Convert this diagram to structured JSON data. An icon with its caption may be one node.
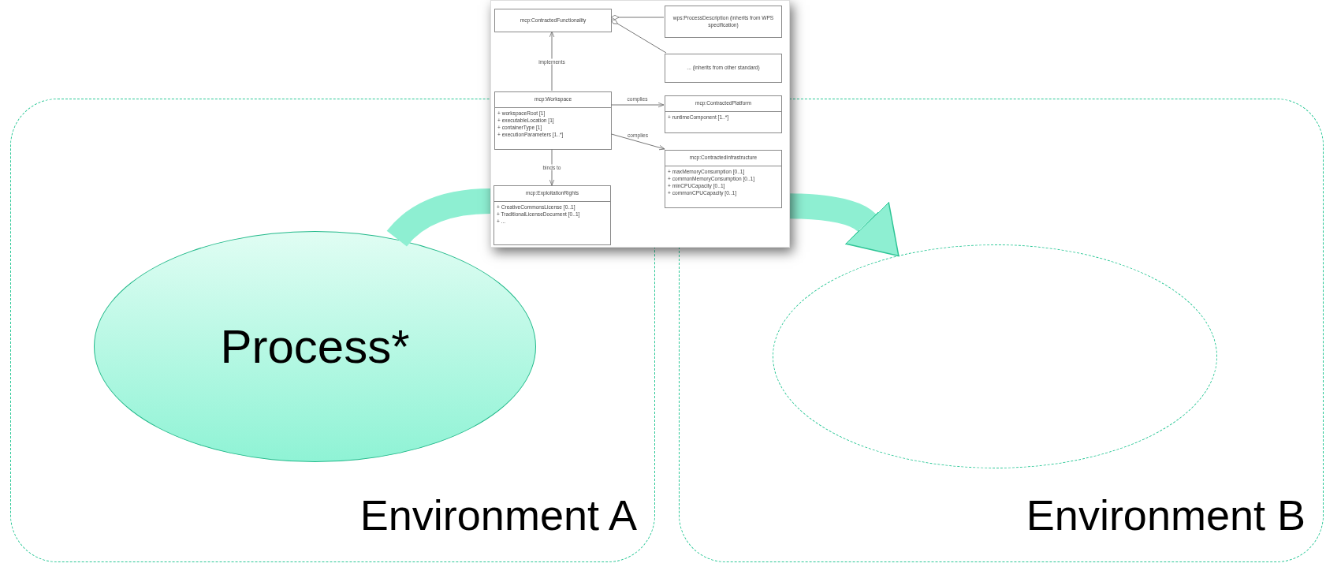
{
  "diagram": {
    "nodes": [
      {
        "text": [
          "Environment A"
        ]
      },
      {
        "text": [
          "Process*"
        ],
        "in": 0
      },
      {
        "text": [
          "Environment B"
        ]
      },
      {
        "text": [],
        "shape": "ellipse",
        "in": 2
      },
      {
        "text": [],
        "shape": "box"
      },
      {
        "text": [
          "mcp:ContractedFunctionality"
        ],
        "in": 4
      },
      {
        "text": [
          "wps:ProcessDescription (inherits from WPS specification)"
        ],
        "in": 4
      },
      {
        "text": [
          "... (inherits from other standard)"
        ],
        "in": 4
      },
      {
        "text": [
          "mcp:Workspace",
          "+ workspaceRoot [1]",
          "+ executableLocation [1]",
          "+ containerType [1]",
          "+ executionParameters [1..*]"
        ],
        "in": 4
      },
      {
        "text": [
          "mcp:ContractedPlatform",
          "+ runtimeComponent [1..*]"
        ],
        "in": 4
      },
      {
        "text": [
          "mcp:ContractedInfrastructure",
          "+ maxMemoryConsumption [0..1]",
          "+ commonMemoryConsumption [0..1]",
          "+ minCPUCapacity [0..1]",
          "+ commonCPUCapacity [0..1]"
        ],
        "in": 4
      },
      {
        "text": [
          "mcp:ExploitationRights",
          "+ CreativeCommonsLicense [0..1]",
          "+ TraditionalLicenseDocument [0..1]",
          "+ ..."
        ]
      }
    ],
    "edges": [
      {
        "from": 1,
        "to": 4,
        "arrow": "none",
        "style": "thick",
        "color": "#8eefd2"
      },
      {
        "from": 4,
        "to": 3,
        "arrow": "to",
        "style": "thick",
        "color": "#8eefd2"
      },
      {
        "from": 8,
        "to": 5,
        "arrow": "to",
        "label": "implements"
      },
      {
        "from": 5,
        "to": 6,
        "arrow": "other"
      },
      {
        "from": 5,
        "to": 7,
        "arrow": "other"
      },
      {
        "from": 8,
        "to": 9,
        "arrow": "to",
        "label": "complies"
      },
      {
        "from": 8,
        "to": 10,
        "arrow": "to",
        "label": "complies"
      },
      {
        "from": 8,
        "to": 11,
        "arrow": "to",
        "label": "binds to"
      }
    ]
  }
}
